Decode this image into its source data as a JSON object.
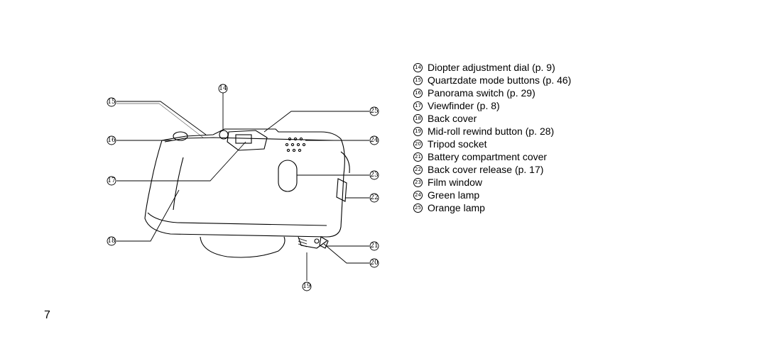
{
  "page_number": "7",
  "legend": [
    {
      "num": "14",
      "label": "Diopter adjustment dial (p. 9)"
    },
    {
      "num": "15",
      "label": "Quartzdate mode buttons (p. 46)"
    },
    {
      "num": "16",
      "label": "Panorama switch (p. 29)"
    },
    {
      "num": "17",
      "label": "Viewfinder (p. 8)"
    },
    {
      "num": "18",
      "label": "Back cover"
    },
    {
      "num": "19",
      "label": "Mid-roll rewind button (p. 28)"
    },
    {
      "num": "20",
      "label": "Tripod socket"
    },
    {
      "num": "21",
      "label": "Battery compartment cover"
    },
    {
      "num": "22",
      "label": "Back cover release (p. 17)"
    },
    {
      "num": "23",
      "label": "Film window"
    },
    {
      "num": "24",
      "label": "Green lamp"
    },
    {
      "num": "25",
      "label": "Orange lamp"
    }
  ],
  "callouts": [
    "14",
    "15",
    "16",
    "17",
    "18",
    "19",
    "20",
    "21",
    "22",
    "23",
    "24",
    "25"
  ]
}
